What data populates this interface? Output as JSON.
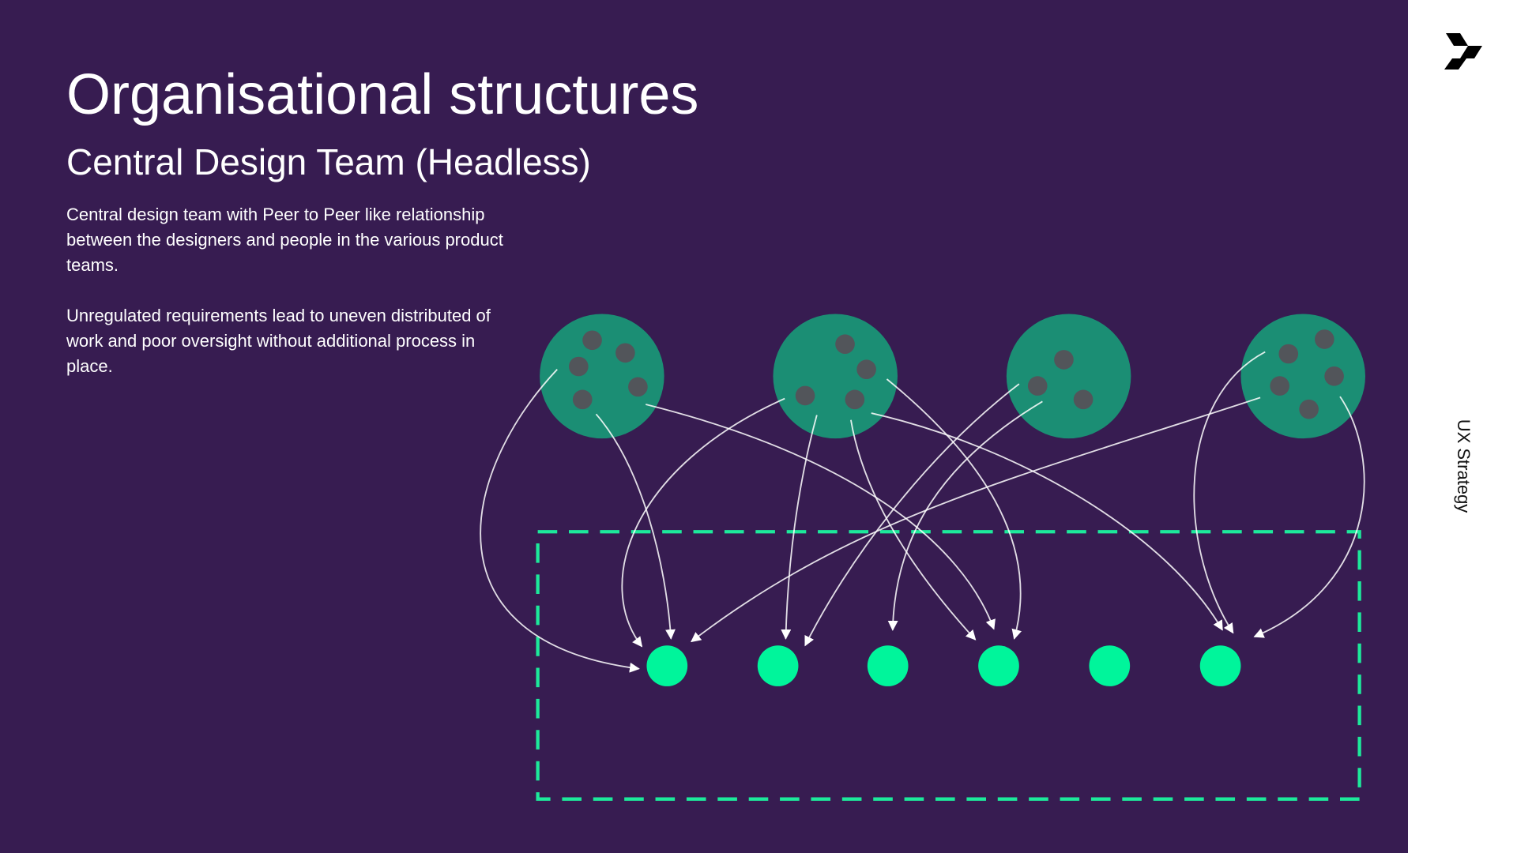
{
  "title": "Organisational structures",
  "subtitle": "Central Design Team (Headless)",
  "paragraphs": [
    "Central design team with Peer to Peer like relationship between the designers and people in the various product teams.",
    "Unregulated requirements lead to uneven distributed of work and poor oversight without additional process in place."
  ],
  "side_label": "UX Strategy",
  "colors": {
    "background": "#371c51",
    "team": "#1b8e74",
    "member": "#52555a",
    "designer": "#00f59b",
    "boundary": "#1de99b",
    "arrow": "#ffffff"
  },
  "diagram": {
    "product_teams": [
      {
        "name": "team-1",
        "members": 5
      },
      {
        "name": "team-2",
        "members": 4
      },
      {
        "name": "team-3",
        "members": 3
      },
      {
        "name": "team-4",
        "members": 5
      }
    ],
    "designers": 6,
    "connections": 13
  }
}
